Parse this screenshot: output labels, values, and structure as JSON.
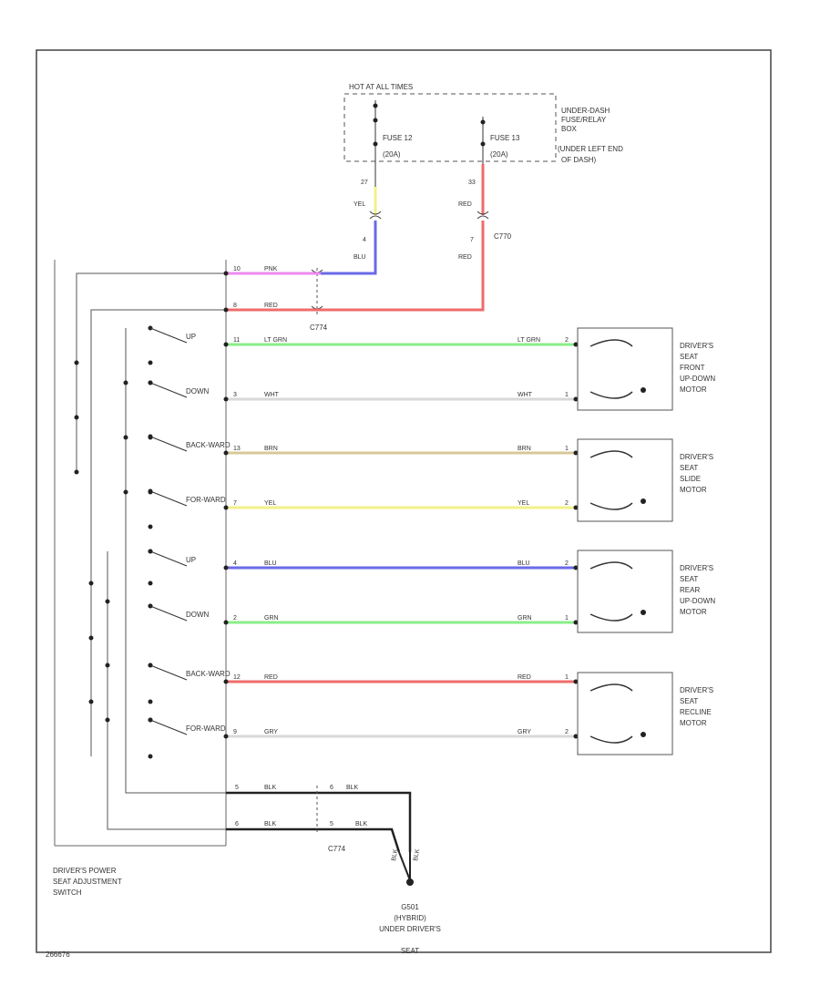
{
  "fuse_box": {
    "title": "HOT AT ALL TIMES",
    "location_lines": [
      "UNDER-DASH",
      "FUSE/RELAY",
      "BOX",
      "(UNDER LEFT END",
      "OF DASH)"
    ],
    "fuse_a": {
      "line1": "FUSE 12",
      "line2": "(20A)"
    },
    "fuse_b": {
      "line1": "FUSE 13",
      "line2": "(20A)"
    }
  },
  "feed_wires": [
    {
      "pin": "27",
      "color_code": "YEL",
      "hex": "#f2f28a"
    },
    {
      "pin": "33",
      "color_code": "RED",
      "hex": "#f06b6b"
    },
    {
      "pin": "4",
      "color_code": "BLU",
      "hex": "#6a6ae8"
    },
    {
      "pin": "7",
      "color_code": "RED",
      "hex": "#f06b6b"
    }
  ],
  "connectors": {
    "upper": "C770",
    "lower_left": "C774",
    "ground": "C774"
  },
  "switch_name_lines": [
    "DRIVER'S POWER",
    "SEAT ADJUSTMENT",
    "SWITCH"
  ],
  "switch_pins": [
    {
      "pin": "10",
      "color_code": "PNK",
      "hex": "#ee88ee"
    },
    {
      "pin": "8",
      "color_code": "RED",
      "hex": "#f06b6b"
    },
    {
      "pin": "11",
      "label": "UP",
      "color_code": "LT GRN",
      "hex": "#88ee88",
      "motor_pin": "2"
    },
    {
      "pin": "3",
      "label": "DOWN",
      "color_code": "WHT",
      "hex": "#d8d8d8",
      "motor_pin": "1"
    },
    {
      "pin": "13",
      "label": "BACK-WARD",
      "color_code": "BRN",
      "hex": "#d8c898",
      "motor_pin": "1"
    },
    {
      "pin": "7",
      "label": "FOR-WARD",
      "color_code": "YEL",
      "hex": "#f2f28a",
      "motor_pin": "2"
    },
    {
      "pin": "4",
      "label": "UP",
      "color_code": "BLU",
      "hex": "#6a6ae8",
      "motor_pin": "2"
    },
    {
      "pin": "2",
      "label": "DOWN",
      "color_code": "GRN",
      "hex": "#88ee88",
      "motor_pin": "1"
    },
    {
      "pin": "12",
      "label": "BACK-WARD",
      "color_code": "RED",
      "hex": "#f06b6b",
      "motor_pin": "1"
    },
    {
      "pin": "9",
      "label": "FOR-WARD",
      "color_code": "GRY",
      "hex": "#d8d8d8",
      "motor_pin": "2"
    }
  ],
  "motors": [
    {
      "lines": [
        "DRIVER'S",
        "SEAT",
        "FRONT",
        "UP-DOWN",
        "MOTOR"
      ]
    },
    {
      "lines": [
        "DRIVER'S",
        "SEAT",
        "SLIDE",
        "MOTOR"
      ]
    },
    {
      "lines": [
        "DRIVER'S",
        "SEAT",
        "REAR",
        "UP-DOWN",
        "MOTOR"
      ]
    },
    {
      "lines": [
        "DRIVER'S",
        "SEAT",
        "RECLINE",
        "MOTOR"
      ]
    }
  ],
  "ground_wires": [
    {
      "pin": "5",
      "color_code": "BLK",
      "connector_pin": "6"
    },
    {
      "pin": "6",
      "color_code": "BLK",
      "connector_pin": "5"
    }
  ],
  "ground_drop_labels": [
    "BLK",
    "BLK"
  ],
  "ground": {
    "lines": [
      "G501",
      "(HYBRID)",
      "UNDER DRIVER'S",
      "SEAT"
    ]
  },
  "footer_code": "266676"
}
